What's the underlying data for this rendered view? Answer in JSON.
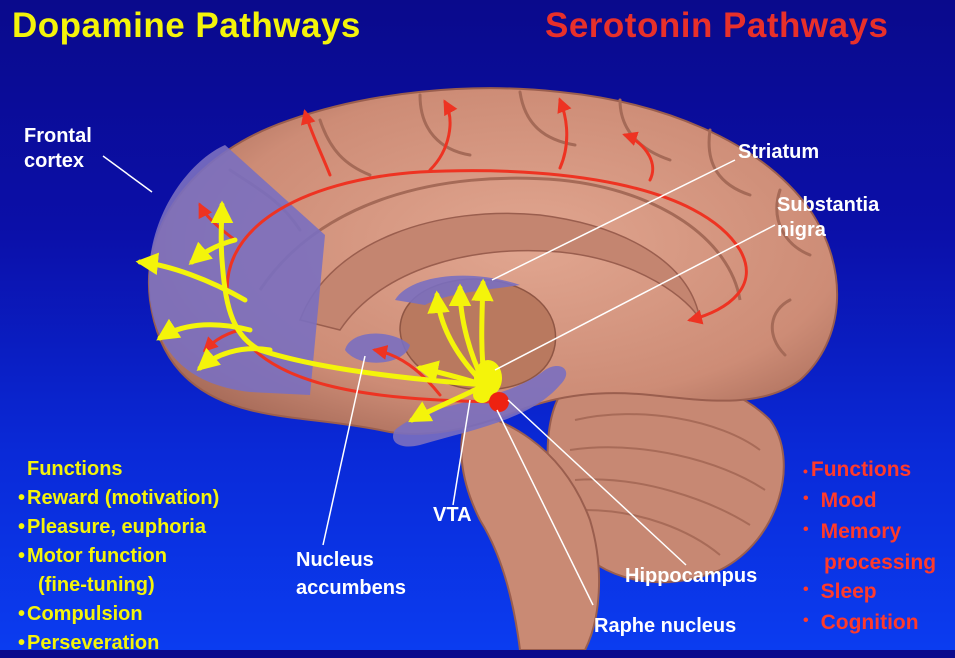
{
  "titles": {
    "dopamine": "Dopamine Pathways",
    "serotonin": "Serotonin Pathways"
  },
  "labels": {
    "frontal_cortex": [
      "Frontal",
      "cortex"
    ],
    "striatum": "Striatum",
    "substantia_nigra": [
      "Substantia",
      "nigra"
    ],
    "vta": "VTA",
    "nucleus_accumbens": [
      "Nucleus",
      "accumbens"
    ],
    "hippocampus": "Hippocampus",
    "raphe_nucleus": "Raphe nucleus"
  },
  "dopamine_functions": {
    "heading": "Functions",
    "items": [
      "Reward (motivation)",
      "Pleasure, euphoria",
      "Motor function"
    ],
    "motor_sub": "(fine-tuning)",
    "items2": [
      "Compulsion",
      "Perseveration"
    ]
  },
  "serotonin_functions": {
    "heading": "Functions",
    "items": [
      "Mood",
      "Memory"
    ],
    "memory_sub": "processing",
    "items2": [
      "Sleep",
      "Cognition"
    ]
  },
  "colors": {
    "dopamine": "#f4f40a",
    "serotonin": "#e8302a",
    "brain": "#d2957e",
    "region": "#7a6fc0",
    "background": "#0b0fa8"
  }
}
